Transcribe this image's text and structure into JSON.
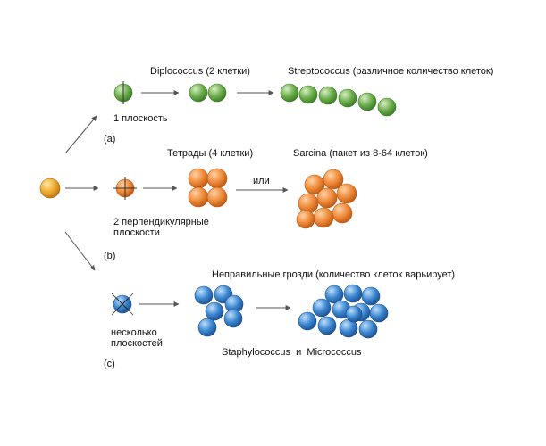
{
  "colors": {
    "green": "#6cad4c",
    "orange": "#ef8a39",
    "blue": "#3a86cf",
    "yellow": "#eeaa2c",
    "arrow": "#555555"
  },
  "labels": {
    "diplococcus": "Diplococcus (2 клетки)",
    "streptococcus": "Streptococcus (различное количество клеток)",
    "plane1": "1 плоскость",
    "marker_a": "(a)",
    "tetrads": "Тетрады (4 клетки)",
    "sarcina": "Sarcina (пакет из 8-64 клеток)",
    "or": "или",
    "plane2": "2 перпендикулярные\nплоскости",
    "marker_b": "(b)",
    "irregular": "Неправильные грозди (количество клеток варьирует)",
    "plane3": "несколько\nплоскостей",
    "marker_c": "(c)",
    "staph": "Staphylococcus  и  Micrococcus"
  }
}
